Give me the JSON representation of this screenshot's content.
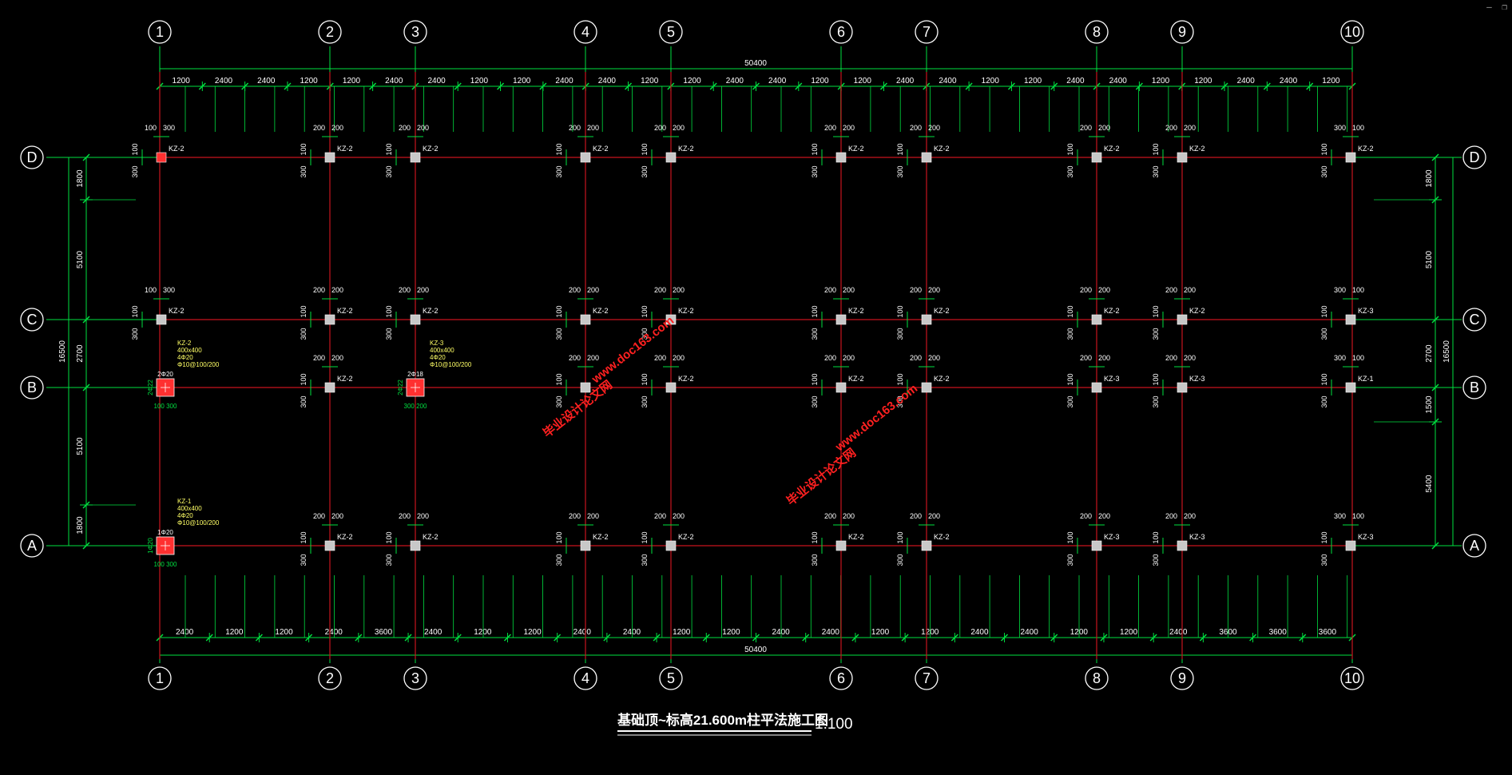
{
  "window": {
    "minimize_glyph": "–",
    "restore_glyph": "❐"
  },
  "colors": {
    "background": "#000000",
    "grid_line": "#c8141e",
    "dimension": "#00e040",
    "text": "#ffffff",
    "column": "#c8c8c8",
    "column_detail": "#ff3030",
    "table": "#ffff66",
    "watermark": "#ff2020"
  },
  "axes_x": [
    "1",
    "2",
    "3",
    "4",
    "5",
    "6",
    "7",
    "8",
    "9",
    "10"
  ],
  "axes_y": [
    "D",
    "C",
    "B",
    "A"
  ],
  "top_dims": [
    "1200",
    "2400",
    "2400",
    "1200",
    "1200",
    "2400",
    "2400",
    "1200",
    "1200",
    "2400",
    "2400",
    "1200",
    "1200",
    "2400",
    "2400",
    "1200",
    "1200",
    "2400",
    "2400",
    "1200",
    "1200",
    "2400",
    "2400",
    "1200",
    "1200",
    "2400",
    "2400",
    "1200"
  ],
  "bottom_dims": [
    "2400",
    "1200",
    "1200",
    "2400",
    "3600",
    "2400",
    "1200",
    "1200",
    "2400",
    "2400",
    "1200",
    "1200",
    "2400",
    "2400",
    "1200",
    "1200",
    "2400",
    "2400",
    "1200",
    "1200",
    "2400",
    "3600",
    "3600",
    "3600"
  ],
  "overall_dim": "50400",
  "left_dims": [
    "1800",
    "5100",
    "2700",
    "5100",
    "1800"
  ],
  "left_total": "16500",
  "right_dims": [
    "1800",
    "5100",
    "2700",
    "1500",
    "5400"
  ],
  "right_total": "16500",
  "column_labels": {
    "D": [
      "KZ-2",
      "KZ-2",
      "KZ-2",
      "KZ-2",
      "KZ-2",
      "KZ-2",
      "KZ-2",
      "KZ-2",
      "KZ-2",
      "KZ-2"
    ],
    "C": [
      "KZ-2",
      "KZ-2",
      "KZ-2",
      "KZ-2",
      "KZ-2",
      "KZ-2",
      "KZ-2",
      "KZ-2",
      "KZ-2",
      "KZ-3"
    ],
    "B": [
      "",
      "KZ-2",
      "",
      "",
      "KZ-2",
      "KZ-2",
      "KZ-2",
      "KZ-3",
      "KZ-3",
      "KZ-1"
    ],
    "A": [
      "",
      "KZ-2",
      "KZ-2",
      "KZ-2",
      "KZ-2",
      "KZ-2",
      "KZ-2",
      "KZ-3",
      "KZ-3",
      "KZ-3"
    ]
  },
  "offsets": {
    "top_left": "100",
    "top_right": "300",
    "mid": "200",
    "side_a": "300",
    "side_b": "100"
  },
  "details": [
    {
      "lines": [
        "KZ-2",
        "400x400",
        "4Φ20",
        "Φ10@100/200"
      ],
      "rebar": "2Φ20",
      "side": "2Φ22",
      "bottom": "100 300"
    },
    {
      "lines": [
        "KZ-3",
        "400x400",
        "4Φ20",
        "Φ10@100/200"
      ],
      "rebar": "2Φ18",
      "side": "2Φ22",
      "bottom": "300 200"
    },
    {
      "lines": [
        "KZ-1",
        "400x400",
        "4Φ20",
        "Φ10@100/200"
      ],
      "rebar": "1Φ20",
      "side": "1Φ20",
      "bottom": "100 300"
    }
  ],
  "watermarks": [
    {
      "line1": "毕业设计论文网",
      "line2": "www.doc163.com"
    },
    {
      "line1": "毕业设计论文网",
      "line2": "www.doc163.com"
    }
  ],
  "title": {
    "text": "基础顶~标高21.600m柱平法施工图",
    "scale": "1:100"
  }
}
